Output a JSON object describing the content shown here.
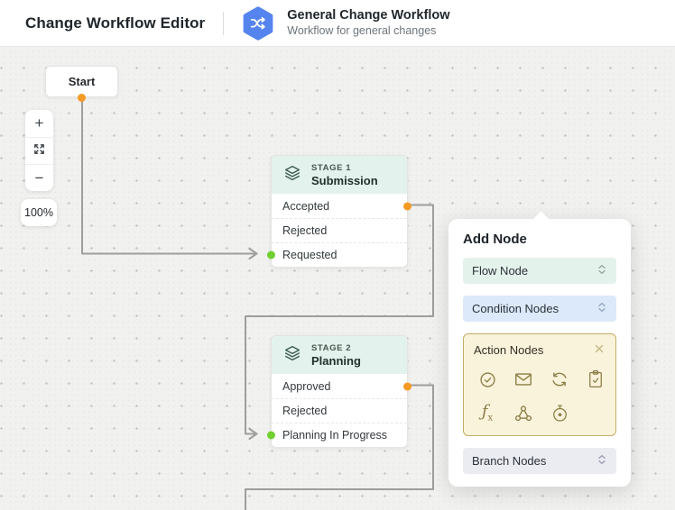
{
  "header": {
    "title": "Change Workflow Editor",
    "workflow_name": "General Change Workflow",
    "workflow_description": "Workflow for general changes",
    "workflow_icon": "shuffle-hexagon",
    "workflow_icon_color": "#5584ef"
  },
  "canvas": {
    "zoom_controls": {
      "zoom_in_label": "+",
      "zoom_out_label": "−",
      "fit_icon": "fit-screen",
      "zoom_level": "100%"
    },
    "start_node": {
      "label": "Start"
    },
    "stages": [
      {
        "badge": "STAGE 1",
        "name": "Submission",
        "rows": [
          "Accepted",
          "Rejected",
          "Requested"
        ]
      },
      {
        "badge": "STAGE 2",
        "name": "Planning",
        "rows": [
          "Approved",
          "Rejected",
          "Planning In Progress"
        ]
      }
    ],
    "colors": {
      "connector": "#9e9e9c",
      "output_port": "#f59b24",
      "input_port": "#6fd02f",
      "stage_header_bg": "#e3f2ec",
      "canvas_bg": "#f1f1ef"
    }
  },
  "add_node_panel": {
    "title": "Add Node",
    "groups": [
      {
        "label": "Flow Node",
        "state": "collapsed",
        "bg": "#e4f2ec"
      },
      {
        "label": "Condition Nodes",
        "state": "collapsed",
        "bg": "#dce9fa"
      },
      {
        "label": "Action Nodes",
        "state": "expanded",
        "bg": "#faf3dc",
        "icons": [
          "circle-check",
          "envelope",
          "sync",
          "clipboard-check",
          "function",
          "webhook",
          "timer"
        ]
      },
      {
        "label": "Branch Nodes",
        "state": "collapsed",
        "bg": "#ebebf2"
      }
    ]
  }
}
